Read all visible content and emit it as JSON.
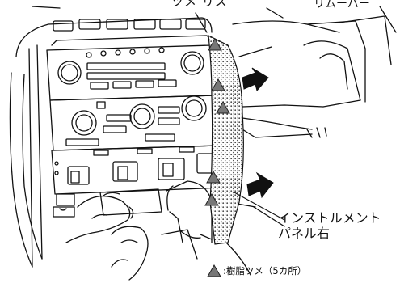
{
  "labels": {
    "top_left_cut": "ツメ  リス",
    "top_right_cut": "リムーバー",
    "panel_line1": "インストルメント",
    "panel_line2": "パネル右"
  },
  "legend": {
    "icon": "triangle-icon",
    "text": ":樹脂ツメ（5カ所）"
  },
  "colors": {
    "ink": "#111111",
    "marker_fill": "#707070",
    "stipple": "#555555"
  }
}
